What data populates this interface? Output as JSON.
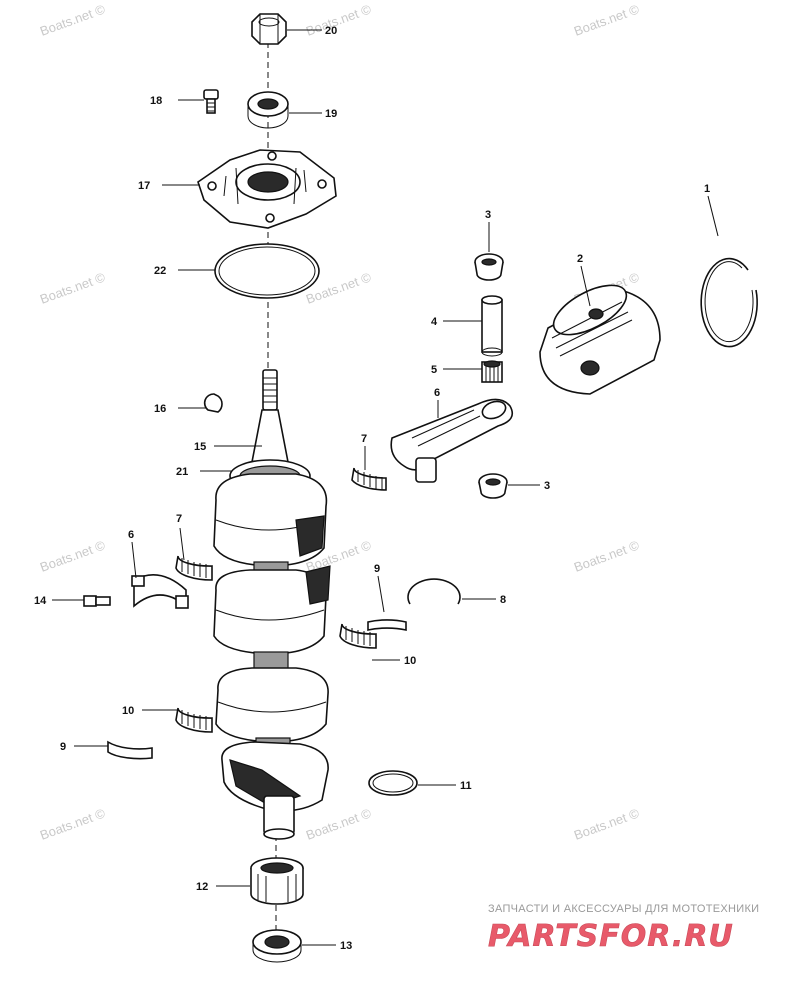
{
  "watermark": {
    "text": "Boats.net ©",
    "color": "#c9c9c9"
  },
  "callouts": [
    {
      "id": "1",
      "label": "1"
    },
    {
      "id": "2",
      "label": "2"
    },
    {
      "id": "3a",
      "label": "3"
    },
    {
      "id": "3b",
      "label": "3"
    },
    {
      "id": "4",
      "label": "4"
    },
    {
      "id": "5",
      "label": "5"
    },
    {
      "id": "6a",
      "label": "6"
    },
    {
      "id": "6b",
      "label": "6"
    },
    {
      "id": "7a",
      "label": "7"
    },
    {
      "id": "7b",
      "label": "7"
    },
    {
      "id": "8",
      "label": "8"
    },
    {
      "id": "9a",
      "label": "9"
    },
    {
      "id": "9b",
      "label": "9"
    },
    {
      "id": "10a",
      "label": "10"
    },
    {
      "id": "10b",
      "label": "10"
    },
    {
      "id": "11",
      "label": "11"
    },
    {
      "id": "12",
      "label": "12"
    },
    {
      "id": "13",
      "label": "13"
    },
    {
      "id": "14",
      "label": "14"
    },
    {
      "id": "15",
      "label": "15"
    },
    {
      "id": "16",
      "label": "16"
    },
    {
      "id": "17",
      "label": "17"
    },
    {
      "id": "18",
      "label": "18"
    },
    {
      "id": "19",
      "label": "19"
    },
    {
      "id": "20",
      "label": "20"
    },
    {
      "id": "21",
      "label": "21"
    },
    {
      "id": "22",
      "label": "22"
    }
  ],
  "banner": {
    "subtitle": "ЗАПЧАСТИ И АКСЕССУАРЫ ДЛЯ МОТОТЕХНИКИ",
    "logo": "PARTSFOR.RU",
    "logo_color": "#e85a6a"
  }
}
